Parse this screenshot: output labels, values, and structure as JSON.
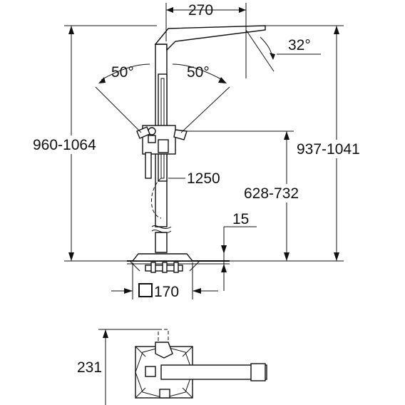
{
  "dimensions": {
    "spout_reach": "270",
    "spout_angle": "32°",
    "left_swivel": "50°",
    "right_swivel": "50°",
    "total_height": "960-1064",
    "spout_height": "937-1041",
    "hose_length": "1250",
    "handle_height": "628-732",
    "floor_thickness": "15",
    "base_size": "170",
    "wall_offset": "231"
  },
  "colors": {
    "line": "#111111",
    "background": "#ffffff"
  },
  "icons": {
    "square_base": "square-symbol-icon"
  }
}
